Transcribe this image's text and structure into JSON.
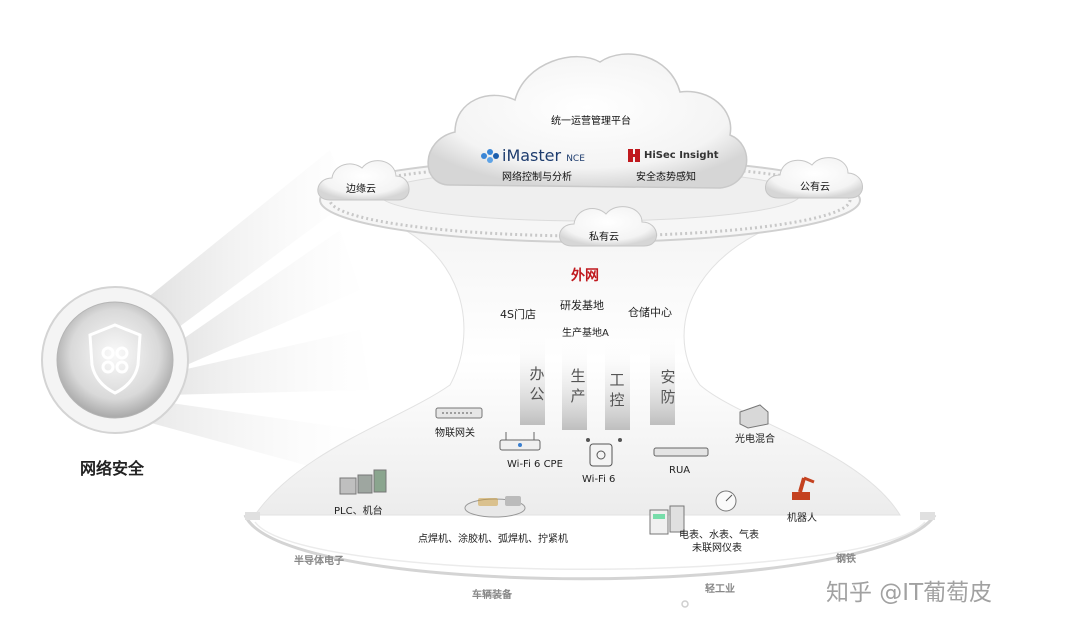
{
  "left": {
    "title": "网络安全",
    "icon": "shield-icon"
  },
  "cloud": {
    "platform_title": "统一运营管理平台",
    "imaster_brand": "iMaster",
    "imaster_suffix": "NCE",
    "imaster_caption": "网络控制与分析",
    "hisec_brand": "HiSec Insight",
    "hisec_caption": "安全态势感知",
    "edge_cloud": "边缘云",
    "public_cloud": "公有云",
    "private_cloud": "私有云"
  },
  "external": {
    "title": "外网",
    "sites": [
      "4S门店",
      "研发基地",
      "仓储中心",
      "生产基地A"
    ],
    "title_color": "#c0191e"
  },
  "zones": [
    "办公",
    "生产",
    "工控",
    "安防"
  ],
  "devices": {
    "iot_gateway": "物联网关",
    "hybrid": "光电混合",
    "wifi6_cpe": "Wi-Fi 6 CPE",
    "wifi6": "Wi-Fi 6",
    "rua": "RUA",
    "plc": "PLC、机台",
    "welders": "点焊机、涂胶机、弧焊机、拧紧机",
    "meters_line1": "电表、水表、气表",
    "meters_line2": "未联网仪表",
    "robot": "机器人"
  },
  "industries": {
    "semiconductor": "半导体电子",
    "vehicle": "车辆装备",
    "light_industry": "轻工业",
    "steel": "钢铁"
  },
  "watermark": "知乎 @IT葡萄皮"
}
